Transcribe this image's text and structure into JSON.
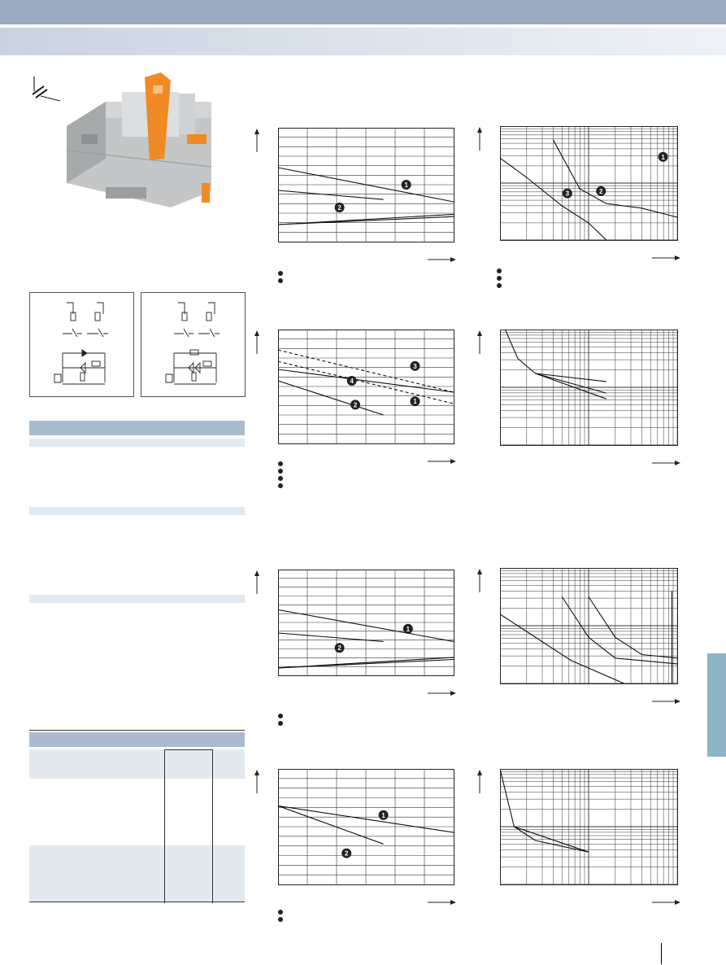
{
  "header": {
    "bar_color": "#9aabc2",
    "subbar_color": "#d3dce6",
    "side_tab_color": "#8fb3c7"
  },
  "product_photo": {
    "accent_color": "#f08a24",
    "housing_color": "#b9bcbe"
  },
  "icons": {
    "symbol": "din-rail-mount-icon",
    "y_axis": "arrow-up-icon",
    "x_axis": "arrow-right-icon"
  },
  "charts": [
    {
      "id": "c1",
      "scale": "linear",
      "legend_count": 2,
      "markers": [
        "1",
        "2"
      ]
    },
    {
      "id": "c2",
      "scale": "log",
      "legend_count": 3,
      "markers": [
        "1",
        "2",
        "3"
      ]
    },
    {
      "id": "c3",
      "scale": "linear",
      "legend_count": 4,
      "markers": [
        "1",
        "2",
        "3",
        "4"
      ]
    },
    {
      "id": "c4",
      "scale": "log",
      "legend_count": 0,
      "markers": []
    },
    {
      "id": "c5",
      "scale": "linear",
      "legend_count": 2,
      "markers": [
        "1",
        "2"
      ]
    },
    {
      "id": "c6",
      "scale": "log",
      "legend_count": 0,
      "markers": []
    },
    {
      "id": "c7",
      "scale": "linear",
      "legend_count": 2,
      "markers": [
        "1",
        "2"
      ]
    },
    {
      "id": "c8",
      "scale": "log",
      "legend_count": 0,
      "markers": []
    }
  ]
}
